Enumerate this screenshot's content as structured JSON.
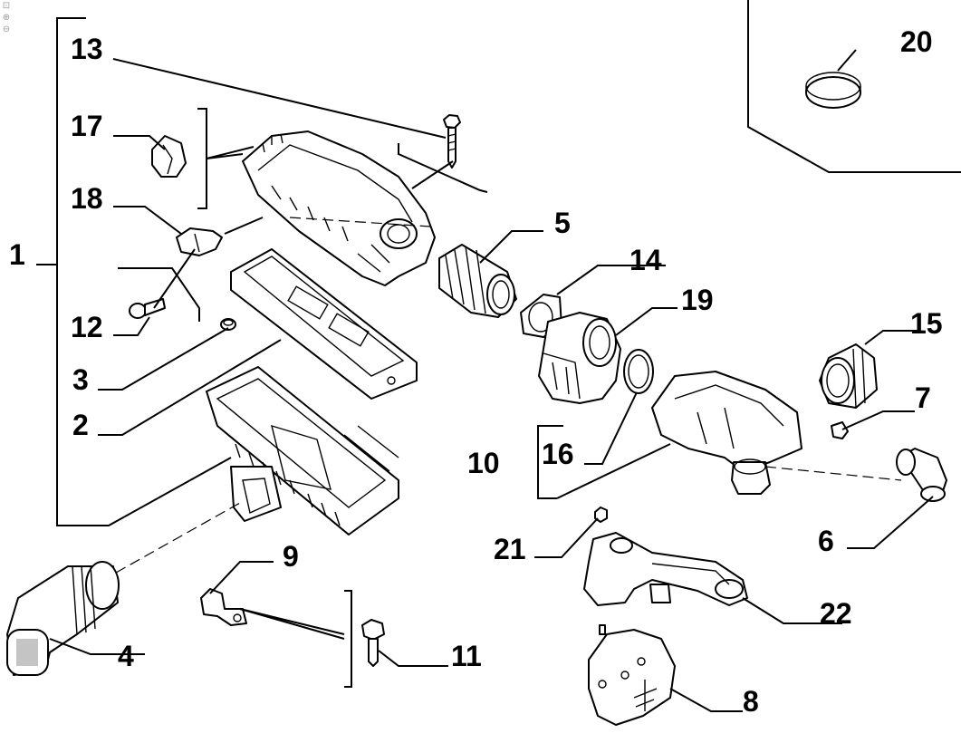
{
  "viewer_tools": [
    {
      "name": "fit-page-icon",
      "glyph": "⊡"
    },
    {
      "name": "zoom-in-icon",
      "glyph": "⊕"
    },
    {
      "name": "zoom-out-icon",
      "glyph": "⊖"
    }
  ],
  "callouts": [
    "1",
    "2",
    "3",
    "4",
    "5",
    "6",
    "7",
    "8",
    "9",
    "10",
    "11",
    "12",
    "13",
    "14",
    "15",
    "16",
    "17",
    "18",
    "19",
    "20",
    "21",
    "22"
  ]
}
